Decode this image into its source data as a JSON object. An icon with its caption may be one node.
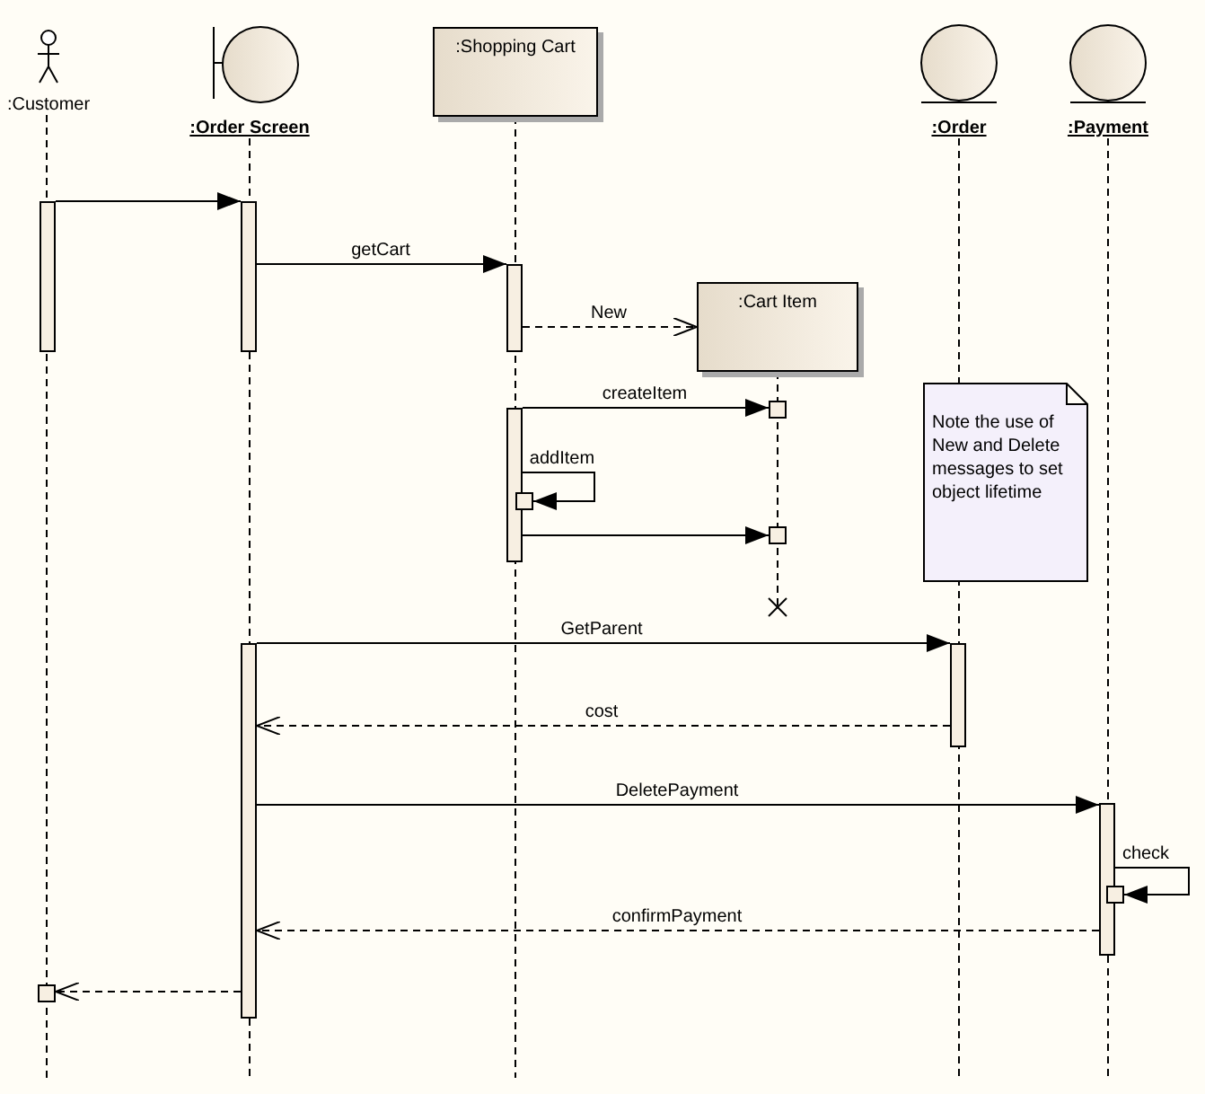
{
  "diagram": {
    "nodes": [
      {
        "text": [
          ":Customer"
        ]
      },
      {
        "text": [
          ":Order Screen"
        ]
      },
      {
        "text": [
          ":Shopping Cart"
        ]
      },
      {
        "text": [
          ":Order"
        ]
      },
      {
        "text": [
          ":Payment"
        ]
      },
      {
        "text": [
          ":Cart Item"
        ]
      },
      {
        "text": [
          "Note the use of New and Delete messages to set object lifetime"
        ]
      },
      {
        "text": [],
        "shape": "bar"
      },
      {
        "text": [],
        "shape": "bar"
      },
      {
        "text": [],
        "shape": "bar"
      },
      {
        "text": [],
        "shape": "bar"
      },
      {
        "text": [],
        "shape": "box"
      },
      {
        "text": [],
        "shape": "box"
      },
      {
        "text": [],
        "shape": "box"
      },
      {
        "text": [],
        "shape": "bar"
      },
      {
        "text": [],
        "shape": "bar"
      },
      {
        "text": [],
        "shape": "bar"
      },
      {
        "text": [],
        "shape": "box"
      },
      {
        "text": [],
        "shape": "box"
      }
    ],
    "edges": [
      {
        "from": 7,
        "to": 8,
        "arrow": "to"
      },
      {
        "from": 8,
        "to": 9,
        "arrow": "to",
        "label": "getCart"
      },
      {
        "from": 9,
        "to": 5,
        "arrow": "to",
        "label": "New",
        "style": "dashed"
      },
      {
        "from": 10,
        "to": 11,
        "arrow": "to",
        "label": "createItem"
      },
      {
        "from": 10,
        "to": 12,
        "arrow": "to",
        "label": "addItem"
      },
      {
        "from": 10,
        "to": 13,
        "arrow": "to"
      },
      {
        "from": 14,
        "to": 15,
        "arrow": "to",
        "label": "GetParent"
      },
      {
        "from": 15,
        "to": 14,
        "arrow": "to",
        "label": "cost",
        "style": "dashed"
      },
      {
        "from": 14,
        "to": 16,
        "arrow": "to",
        "label": "DeletePayment"
      },
      {
        "from": 16,
        "to": 17,
        "arrow": "to",
        "label": "check"
      },
      {
        "from": 16,
        "to": 14,
        "arrow": "to",
        "label": "confirmPayment",
        "style": "dashed"
      },
      {
        "from": 14,
        "to": 18,
        "arrow": "to",
        "style": "dashed"
      }
    ]
  }
}
